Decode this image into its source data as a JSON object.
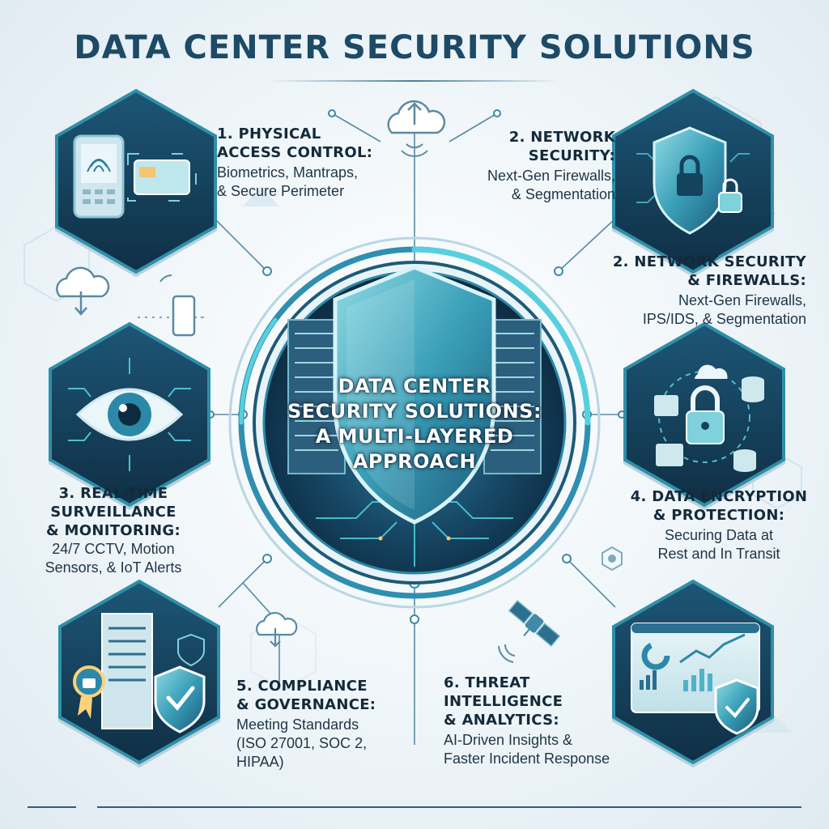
{
  "title": "DATA CENTER SECURITY SOLUTIONS",
  "hub": {
    "lines": [
      "DATA CENTER",
      "SECURITY SOLUTIONS:",
      "A MULTI-LAYERED",
      "APPROACH"
    ]
  },
  "callouts": {
    "physical": {
      "head": [
        "1. PHYSICAL",
        "ACCESS CONTROL:"
      ],
      "body": [
        "Biometrics, Mantraps,",
        "& Secure Perimeter"
      ]
    },
    "network": {
      "head": [
        "2. NETWORK",
        "SECURITY:"
      ],
      "body": [
        "Next-Gen Firewalls,",
        "& Segmentation"
      ]
    },
    "network_firewalls": {
      "head": [
        "2. NETWORK SECURITY",
        "& FIREWALLS:"
      ],
      "body": [
        "Next-Gen Firewalls,",
        "IPS/IDS, & Segmentation"
      ]
    },
    "surveillance": {
      "head": [
        "3. REAL-TIME",
        "SURVEILLANCE",
        "& MONITORING:"
      ],
      "body": [
        "24/7 CCTV, Motion",
        "Sensors, & IoT Alerts"
      ]
    },
    "encryption": {
      "head": [
        "4. DATA ENCRYPTION",
        "& PROTECTION:"
      ],
      "body": [
        "Securing Data at",
        "Rest and In Transit"
      ]
    },
    "compliance": {
      "head": [
        "5. COMPLIANCE",
        "& GOVERNANCE:"
      ],
      "body": [
        "Meeting Standards",
        "(ISO 27001, SOC 2,",
        "HIPAA)"
      ]
    },
    "threat": {
      "head": [
        "6. THREAT",
        "INTELLIGENCE",
        "& ANALYTICS:"
      ],
      "body": [
        "AI-Driven Insights &",
        "Faster Incident Response"
      ]
    }
  },
  "icons": {
    "physical": "fingerprint-phone-and-keycard-icon",
    "network": "shield-lock-icon",
    "surveillance": "eye-circuit-icon",
    "encryption": "cloud-database-lock-icon",
    "compliance": "server-badge-shield-icon",
    "threat": "analytics-dashboard-shield-icon",
    "hub": "server-racks-shield-icon"
  },
  "colors": {
    "title": "#1d4a66",
    "hex_dark": "#143a52",
    "hex_border": "#2f8fa8",
    "teal": "#49c2cf",
    "hub_ring": "#1d5a78",
    "text": "#142a3a"
  }
}
